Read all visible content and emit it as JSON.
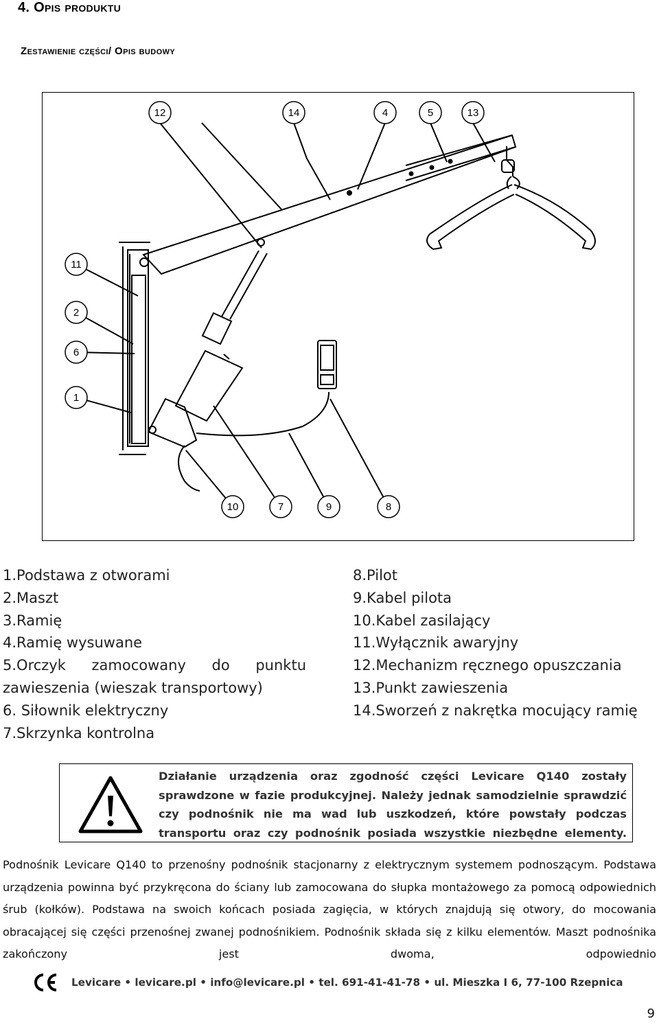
{
  "section": {
    "heading": "4. Opis produktu",
    "subheading": "Zestawienie części/ Opis budowy"
  },
  "diagram": {
    "callouts": [
      "12",
      "14",
      "4",
      "5",
      "13",
      "11",
      "2",
      "6",
      "1",
      "10",
      "7",
      "9",
      "8"
    ]
  },
  "parts": {
    "left": [
      "1.Podstawa z otworami",
      "2.Maszt",
      "3.Ramię",
      "4.Ramię wysuwane",
      [
        "5.Orczyk",
        "zamocowany",
        "do",
        "punktu"
      ],
      "zawieszenia (wieszak transportowy)",
      "6. Siłownik elektryczny",
      "7.Skrzynka kontrolna"
    ],
    "right": [
      "8.Pilot",
      "9.Kabel pilota",
      "10.Kabel zasilający",
      "11.Wyłącznik awaryjny",
      "12.Mechanizm ręcznego opuszczania",
      "13.Punkt zawieszenia",
      "14.Sworzeń z nakrętka mocujący ramię"
    ]
  },
  "warning": {
    "icon": "warning-triangle-icon",
    "text": "Działanie urządzenia oraz zgodność części Levicare Q140 zostały sprawdzone w fazie produkcyjnej. Należy jednak samodzielnie sprawdzić czy podnośnik nie ma wad lub uszkodzeń, które powstały podczas transportu oraz czy podnośnik posiada wszystkie niezbędne elementy."
  },
  "description": "Podnośnik Levicare Q140 to przenośny podnośnik stacjonarny z elektrycznym systemem podnoszącym. Podstawa urządzenia powinna być przykręcona do ściany lub zamocowana do słupka montażowego za pomocą odpowiednich śrub (kołków). Podstawa na swoich końcach posiada zagięcia, w których znajdują się otwory, do mocowania obracającej się części przenośnej zwanej podnośnikiem. Podnośnik składa się z kilku elementów. Maszt podnośnika zakończony jest dwoma, odpowiednio",
  "footer": {
    "ce_icon": "ce-mark-icon",
    "text": "Levicare • levicare.pl • info@levicare.pl • tel. 691-41-41-78 • ul. Mieszka I 6, 77-100 Rzepnica"
  },
  "page_number": "9"
}
